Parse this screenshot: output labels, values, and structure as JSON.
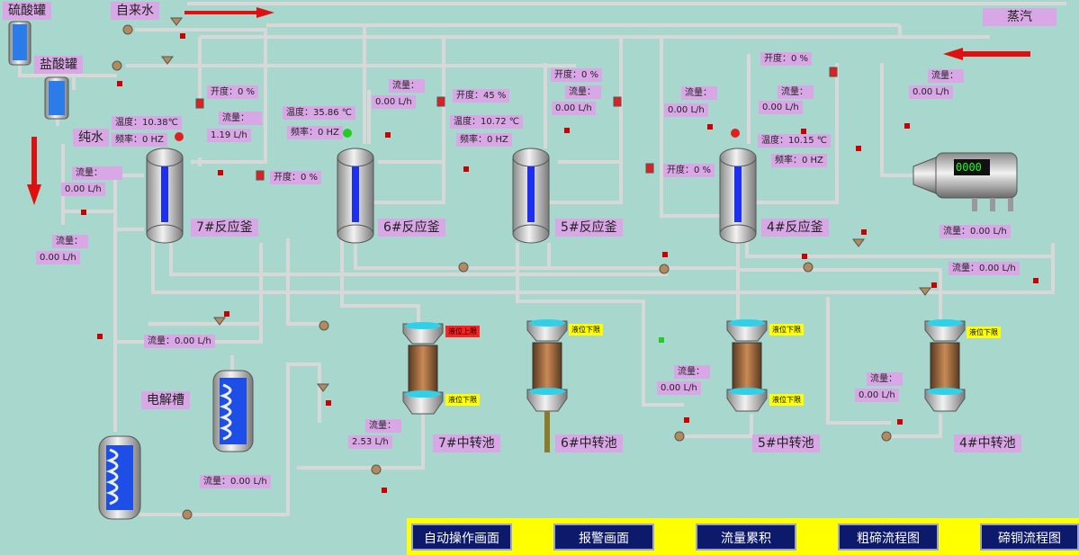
{
  "tanks": {
    "h2so4": "硫酸罐",
    "hcl": "盐酸罐",
    "tap_water": "自来水",
    "pure_water": "纯水",
    "steam": "蒸汽",
    "electrolysis": "电解槽"
  },
  "reactors": [
    {
      "name": "7#反应釜",
      "temp": "温度：10.38℃",
      "freq": "频率：0  HZ"
    },
    {
      "name": "6#反应釜",
      "temp": "温度：35.86 ℃",
      "freq": "频率：0  HZ"
    },
    {
      "name": "5#反应釜",
      "temp": "温度：10.72 ℃",
      "freq": "频率：0  HZ"
    },
    {
      "name": "4#反应釜",
      "temp": "温度：10.15 ℃",
      "freq": "频率：0  HZ"
    }
  ],
  "transfer_tanks": [
    {
      "name": "7#中转池",
      "upper": "液位上限",
      "lower": "液位下限"
    },
    {
      "name": "6#中转池",
      "upper": "液位下限"
    },
    {
      "name": "5#中转池",
      "upper": "液位下限",
      "lower": "液位下限"
    },
    {
      "name": "4#中转池",
      "upper": "液位下限"
    }
  ],
  "readings": {
    "flow_label": "流量：",
    "pure_water_flow": "0.00  L/h",
    "left_flow": "0.00  L/h",
    "r7_open": "开度：0  %",
    "r7_flow": "1.19  L/h",
    "r6_open": "开度：0  %",
    "r6_flow": "0.00  L/h",
    "r5_open": "开度：45  %",
    "r5_open2": "开度：0  %",
    "r5_flow": "0.00  L/h",
    "r4a_flow": "0.00  L/h",
    "r4_open": "开度：0  %",
    "r4_open2": "开度：0  %",
    "r4_flow": "0.00  L/h",
    "steam_flow": "0.00  L/h",
    "right_flow1": "流量：0.00  L/h",
    "right_flow2": "流量：0.00  L/h",
    "bottom_flow": "流量：0.00  L/h",
    "t7_flow": "2.53  L/h",
    "t5_flow": "0.00  L/h",
    "t4_flow": "0.00  L/h",
    "elec_flow": "流量：0.00  L/h",
    "heater_display": "0000"
  },
  "nav": [
    "自动操作画面",
    "报警画面",
    "流量累积",
    "粗碲流程图",
    "碲铜流程图"
  ],
  "colors": {
    "background": "#a8d8cd",
    "label_bg": "#d9a6e6",
    "nav_bar": "#ffff00",
    "nav_button": "#0d1a6b",
    "pipe": "#d8d8d8",
    "alarm_red": "#cc0000"
  }
}
